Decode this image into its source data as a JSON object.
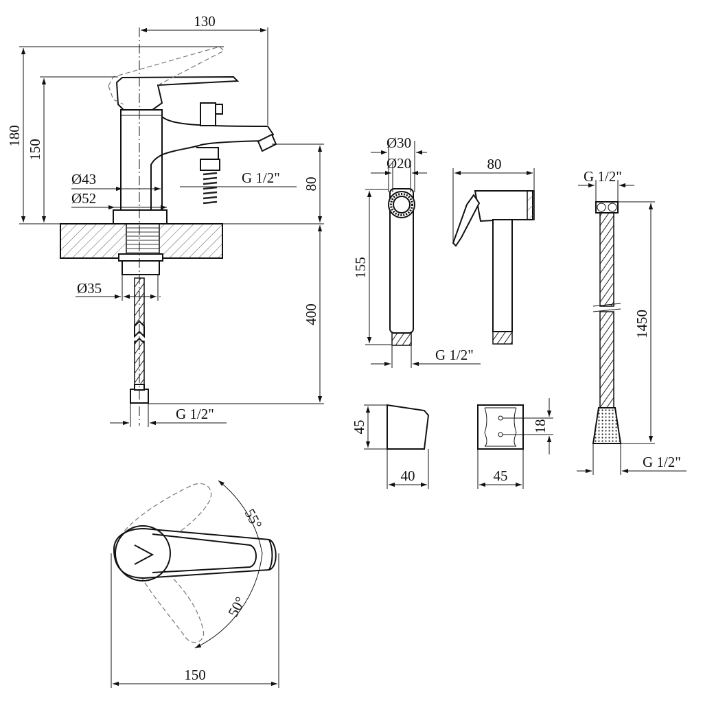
{
  "labels": {
    "w130": "130",
    "h180": "180",
    "h150": "150",
    "d43": "Ø43",
    "d52": "Ø52",
    "spout_thread": "G 1/2\"",
    "h80": "80",
    "h400": "400",
    "d35": "Ø35",
    "hose_thread": "G 1/2\"",
    "d30": "Ø30",
    "d20": "Ø20",
    "shower_len": "155",
    "shower_thread": "G 1/2\"",
    "shower_width": "80",
    "thread_hose_top": "G 1/2\"",
    "hose_len": "1450",
    "hose_thread_bottom": "G 1/2\"",
    "bracket_h": "45",
    "bracket_w": "40",
    "bracket2_h": "18",
    "bracket2_w": "45",
    "angle55": "55°",
    "angle50": "50°",
    "w150": "150"
  }
}
